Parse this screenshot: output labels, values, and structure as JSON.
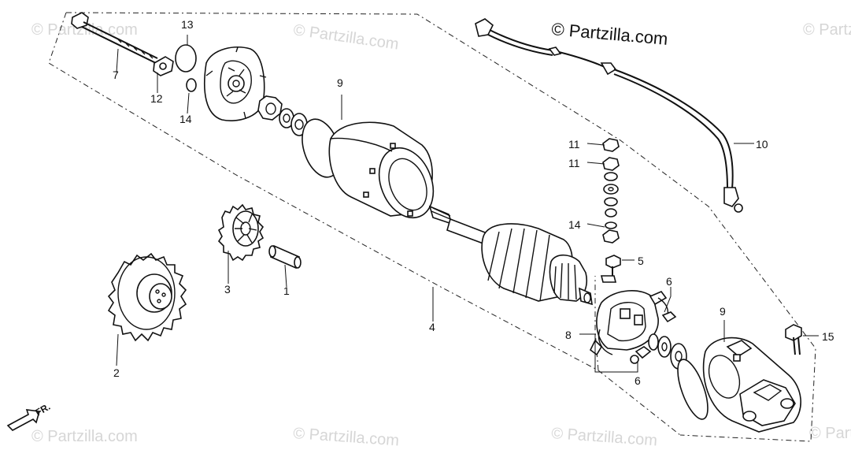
{
  "copyright": "© Partzilla.com",
  "watermark": "© Partzilla.com",
  "front_marker": "FR.",
  "callouts": [
    {
      "id": "c1",
      "label": "1"
    },
    {
      "id": "c2",
      "label": "2"
    },
    {
      "id": "c3",
      "label": "3"
    },
    {
      "id": "c4",
      "label": "4"
    },
    {
      "id": "c5",
      "label": "5"
    },
    {
      "id": "c6a",
      "label": "6"
    },
    {
      "id": "c6b",
      "label": "6"
    },
    {
      "id": "c7",
      "label": "7"
    },
    {
      "id": "c8",
      "label": "8"
    },
    {
      "id": "c9a",
      "label": "9"
    },
    {
      "id": "c9b",
      "label": "9"
    },
    {
      "id": "c10",
      "label": "10"
    },
    {
      "id": "c11a",
      "label": "11"
    },
    {
      "id": "c11b",
      "label": "11"
    },
    {
      "id": "c12",
      "label": "12"
    },
    {
      "id": "c13",
      "label": "13"
    },
    {
      "id": "c14a",
      "label": "14"
    },
    {
      "id": "c14b",
      "label": "14"
    },
    {
      "id": "c15",
      "label": "15"
    }
  ]
}
